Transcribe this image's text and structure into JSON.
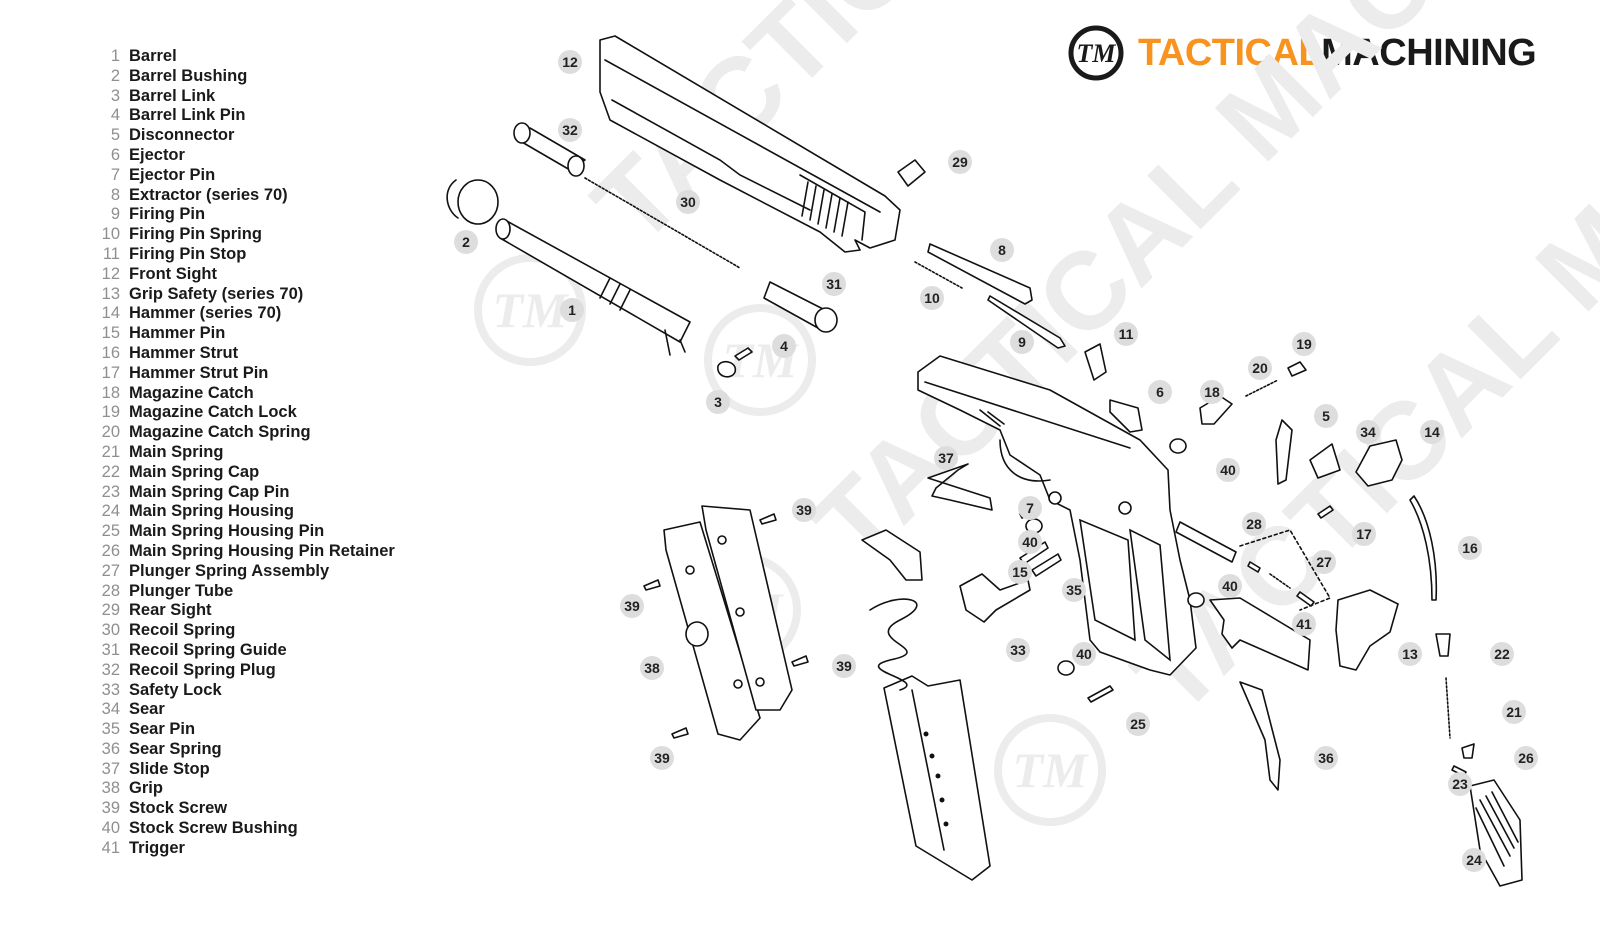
{
  "brand": {
    "mark_text": "TM",
    "name_part1": "TACTICAL",
    "name_part2": "MACHINING",
    "accent_color": "#f7931e",
    "dark_color": "#1a1a1a"
  },
  "watermark_text": "TACTICAL MACHINING",
  "parts": [
    {
      "number": "1",
      "name": "Barrel"
    },
    {
      "number": "2",
      "name": "Barrel Bushing"
    },
    {
      "number": "3",
      "name": "Barrel Link"
    },
    {
      "number": "4",
      "name": "Barrel Link Pin"
    },
    {
      "number": "5",
      "name": "Disconnector"
    },
    {
      "number": "6",
      "name": "Ejector"
    },
    {
      "number": "7",
      "name": "Ejector Pin"
    },
    {
      "number": "8",
      "name": "Extractor (series 70)"
    },
    {
      "number": "9",
      "name": "Firing Pin"
    },
    {
      "number": "10",
      "name": "Firing Pin Spring"
    },
    {
      "number": "11",
      "name": "Firing Pin Stop"
    },
    {
      "number": "12",
      "name": "Front Sight"
    },
    {
      "number": "13",
      "name": "Grip Safety (series 70)"
    },
    {
      "number": "14",
      "name": "Hammer (series 70)"
    },
    {
      "number": "15",
      "name": "Hammer Pin"
    },
    {
      "number": "16",
      "name": "Hammer Strut"
    },
    {
      "number": "17",
      "name": "Hammer Strut Pin"
    },
    {
      "number": "18",
      "name": "Magazine Catch"
    },
    {
      "number": "19",
      "name": "Magazine Catch Lock"
    },
    {
      "number": "20",
      "name": "Magazine Catch Spring"
    },
    {
      "number": "21",
      "name": "Main Spring"
    },
    {
      "number": "22",
      "name": "Main Spring Cap"
    },
    {
      "number": "23",
      "name": "Main Spring Cap Pin"
    },
    {
      "number": "24",
      "name": "Main Spring Housing"
    },
    {
      "number": "25",
      "name": "Main Spring Housing Pin"
    },
    {
      "number": "26",
      "name": "Main Spring Housing Pin Retainer"
    },
    {
      "number": "27",
      "name": "Plunger Spring Assembly"
    },
    {
      "number": "28",
      "name": "Plunger Tube"
    },
    {
      "number": "29",
      "name": "Rear Sight"
    },
    {
      "number": "30",
      "name": "Recoil Spring"
    },
    {
      "number": "31",
      "name": "Recoil Spring Guide"
    },
    {
      "number": "32",
      "name": "Recoil Spring Plug"
    },
    {
      "number": "33",
      "name": "Safety Lock"
    },
    {
      "number": "34",
      "name": "Sear"
    },
    {
      "number": "35",
      "name": "Sear Pin"
    },
    {
      "number": "36",
      "name": "Sear Spring"
    },
    {
      "number": "37",
      "name": "Slide Stop"
    },
    {
      "number": "38",
      "name": "Grip"
    },
    {
      "number": "39",
      "name": "Stock Screw"
    },
    {
      "number": "40",
      "name": "Stock Screw Bushing"
    },
    {
      "number": "41",
      "name": "Trigger"
    }
  ],
  "callouts": [
    "12",
    "32",
    "29",
    "30",
    "2",
    "8",
    "31",
    "10",
    "1",
    "4",
    "11",
    "9",
    "19",
    "3",
    "20",
    "6",
    "18",
    "5",
    "34",
    "14",
    "37",
    "40",
    "7",
    "28",
    "17",
    "16",
    "39",
    "40",
    "27",
    "15",
    "39",
    "35",
    "40",
    "22",
    "41",
    "38",
    "33",
    "39",
    "40",
    "13",
    "25",
    "21",
    "36",
    "26",
    "39",
    "23",
    "24"
  ]
}
